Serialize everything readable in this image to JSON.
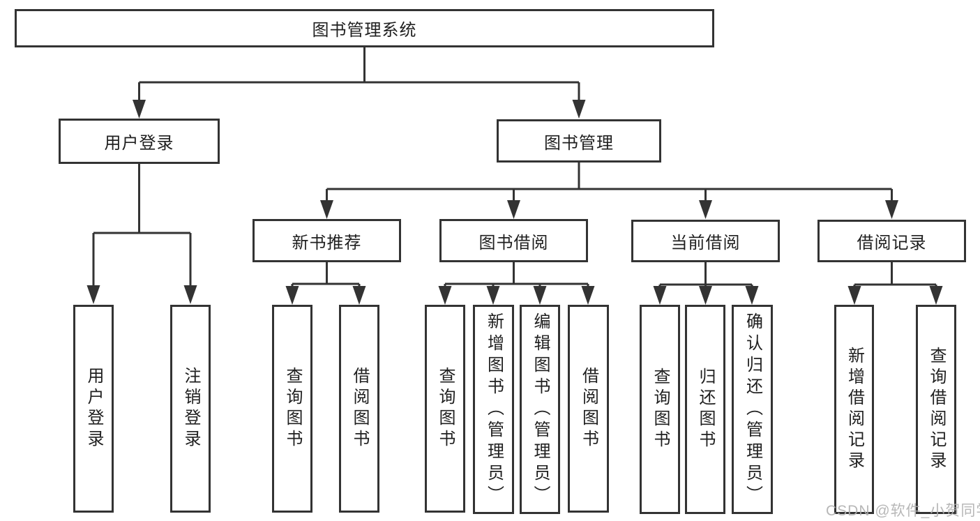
{
  "diagram_type": "hierarchy-tree",
  "tree": {
    "label": "图书管理系统",
    "children": [
      {
        "label": "用户登录",
        "children": [
          {
            "label": "用户登录"
          },
          {
            "label": "注销登录"
          }
        ]
      },
      {
        "label": "图书管理",
        "children": [
          {
            "label": "新书推荐",
            "children": [
              {
                "label": "查询图书"
              },
              {
                "label": "借阅图书"
              }
            ]
          },
          {
            "label": "图书借阅",
            "children": [
              {
                "label": "查询图书"
              },
              {
                "label": "新增图书（管理员）"
              },
              {
                "label": "编辑图书（管理员）"
              },
              {
                "label": "借阅图书"
              }
            ]
          },
          {
            "label": "当前借阅",
            "children": [
              {
                "label": "查询图书"
              },
              {
                "label": "归还图书"
              },
              {
                "label": "确认归还（管理员）"
              }
            ]
          },
          {
            "label": "借阅记录",
            "children": [
              {
                "label": "新增借阅记录"
              },
              {
                "label": "查询借阅记录"
              }
            ]
          }
        ]
      }
    ]
  },
  "watermark": {
    "text": "CSDN @软件_小贺同学"
  },
  "colors": {
    "line": "#333333",
    "box_border": "#333333",
    "text": "#1f1f1f",
    "watermark": "#afafaf",
    "background": "#ffffff"
  }
}
